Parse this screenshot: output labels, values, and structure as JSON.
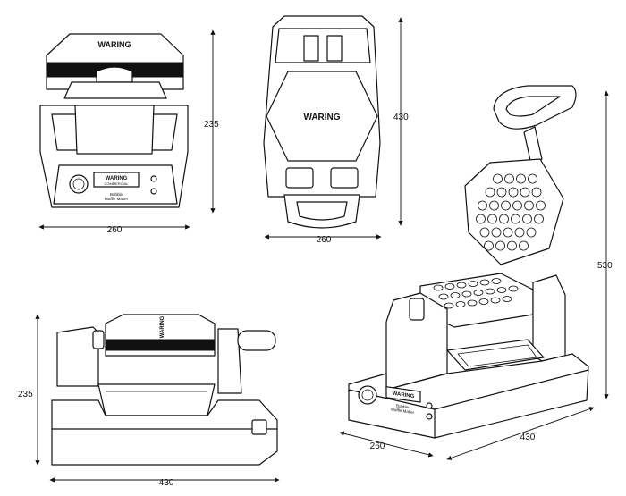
{
  "brand": "WARING",
  "product_logo_text": "COMMERCIAL",
  "product_name_line1": "Bubble",
  "product_name_line2": "Waffle Maker",
  "dimensions": {
    "front_width": "260",
    "front_height": "235",
    "top_width": "260",
    "top_depth": "430",
    "side_depth": "430",
    "side_height": "235",
    "iso_width": "260",
    "iso_depth": "430",
    "iso_height": "530"
  }
}
